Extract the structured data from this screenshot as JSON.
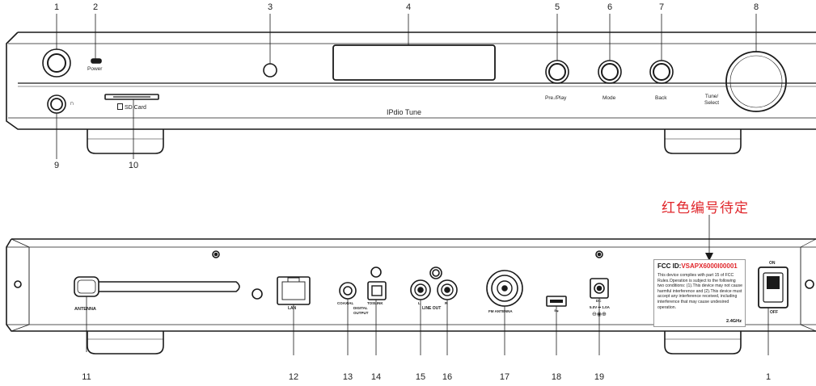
{
  "front": {
    "power_label": "Power",
    "sdcard_label": "SD Card",
    "device_name": "IPdio Tune",
    "preplay_label": "Pre./Play",
    "mode_label": "Mode",
    "back_label": "Back",
    "tune_label_line1": "Tune/",
    "tune_label_line2": "Select",
    "headphone_glyph": "🎧",
    "callouts": [
      "1",
      "2",
      "3",
      "4",
      "5",
      "6",
      "7",
      "8",
      "9",
      "10"
    ]
  },
  "rear": {
    "antenna_label": "ANTENNA",
    "lan_label": "LAN",
    "coaxial_label": "COAXIAL",
    "toslink_label": "TOSLINK",
    "digital_label": "DIGITAL",
    "output_label": "OUTPUT",
    "lineout_label": "LINE OUT",
    "l_label": "L",
    "r_label": "R",
    "fm_label": "FM ANTENNA",
    "dc_label": "DC",
    "dc_rating": "5.0V ⎓ 1.0A",
    "on_label": "ON",
    "off_label": "OFF",
    "callouts": [
      "11",
      "12",
      "13",
      "14",
      "15",
      "16",
      "17",
      "18",
      "19",
      "1"
    ]
  },
  "fcc": {
    "prefix": "FCC ID:",
    "id": "VSAPX6000I00001",
    "body": "This device complies with part 15 of FCC Rules.Operation is subject to the following two conditions: (1).This device may not cause harmful interference and (2).This device must accept any interference received, including interference that may cause undesired operation.",
    "freq": "2.4GHz"
  },
  "note": "红色编号待定",
  "colors": {
    "outline": "#1a1a1a",
    "accent_red": "#e0262b"
  }
}
